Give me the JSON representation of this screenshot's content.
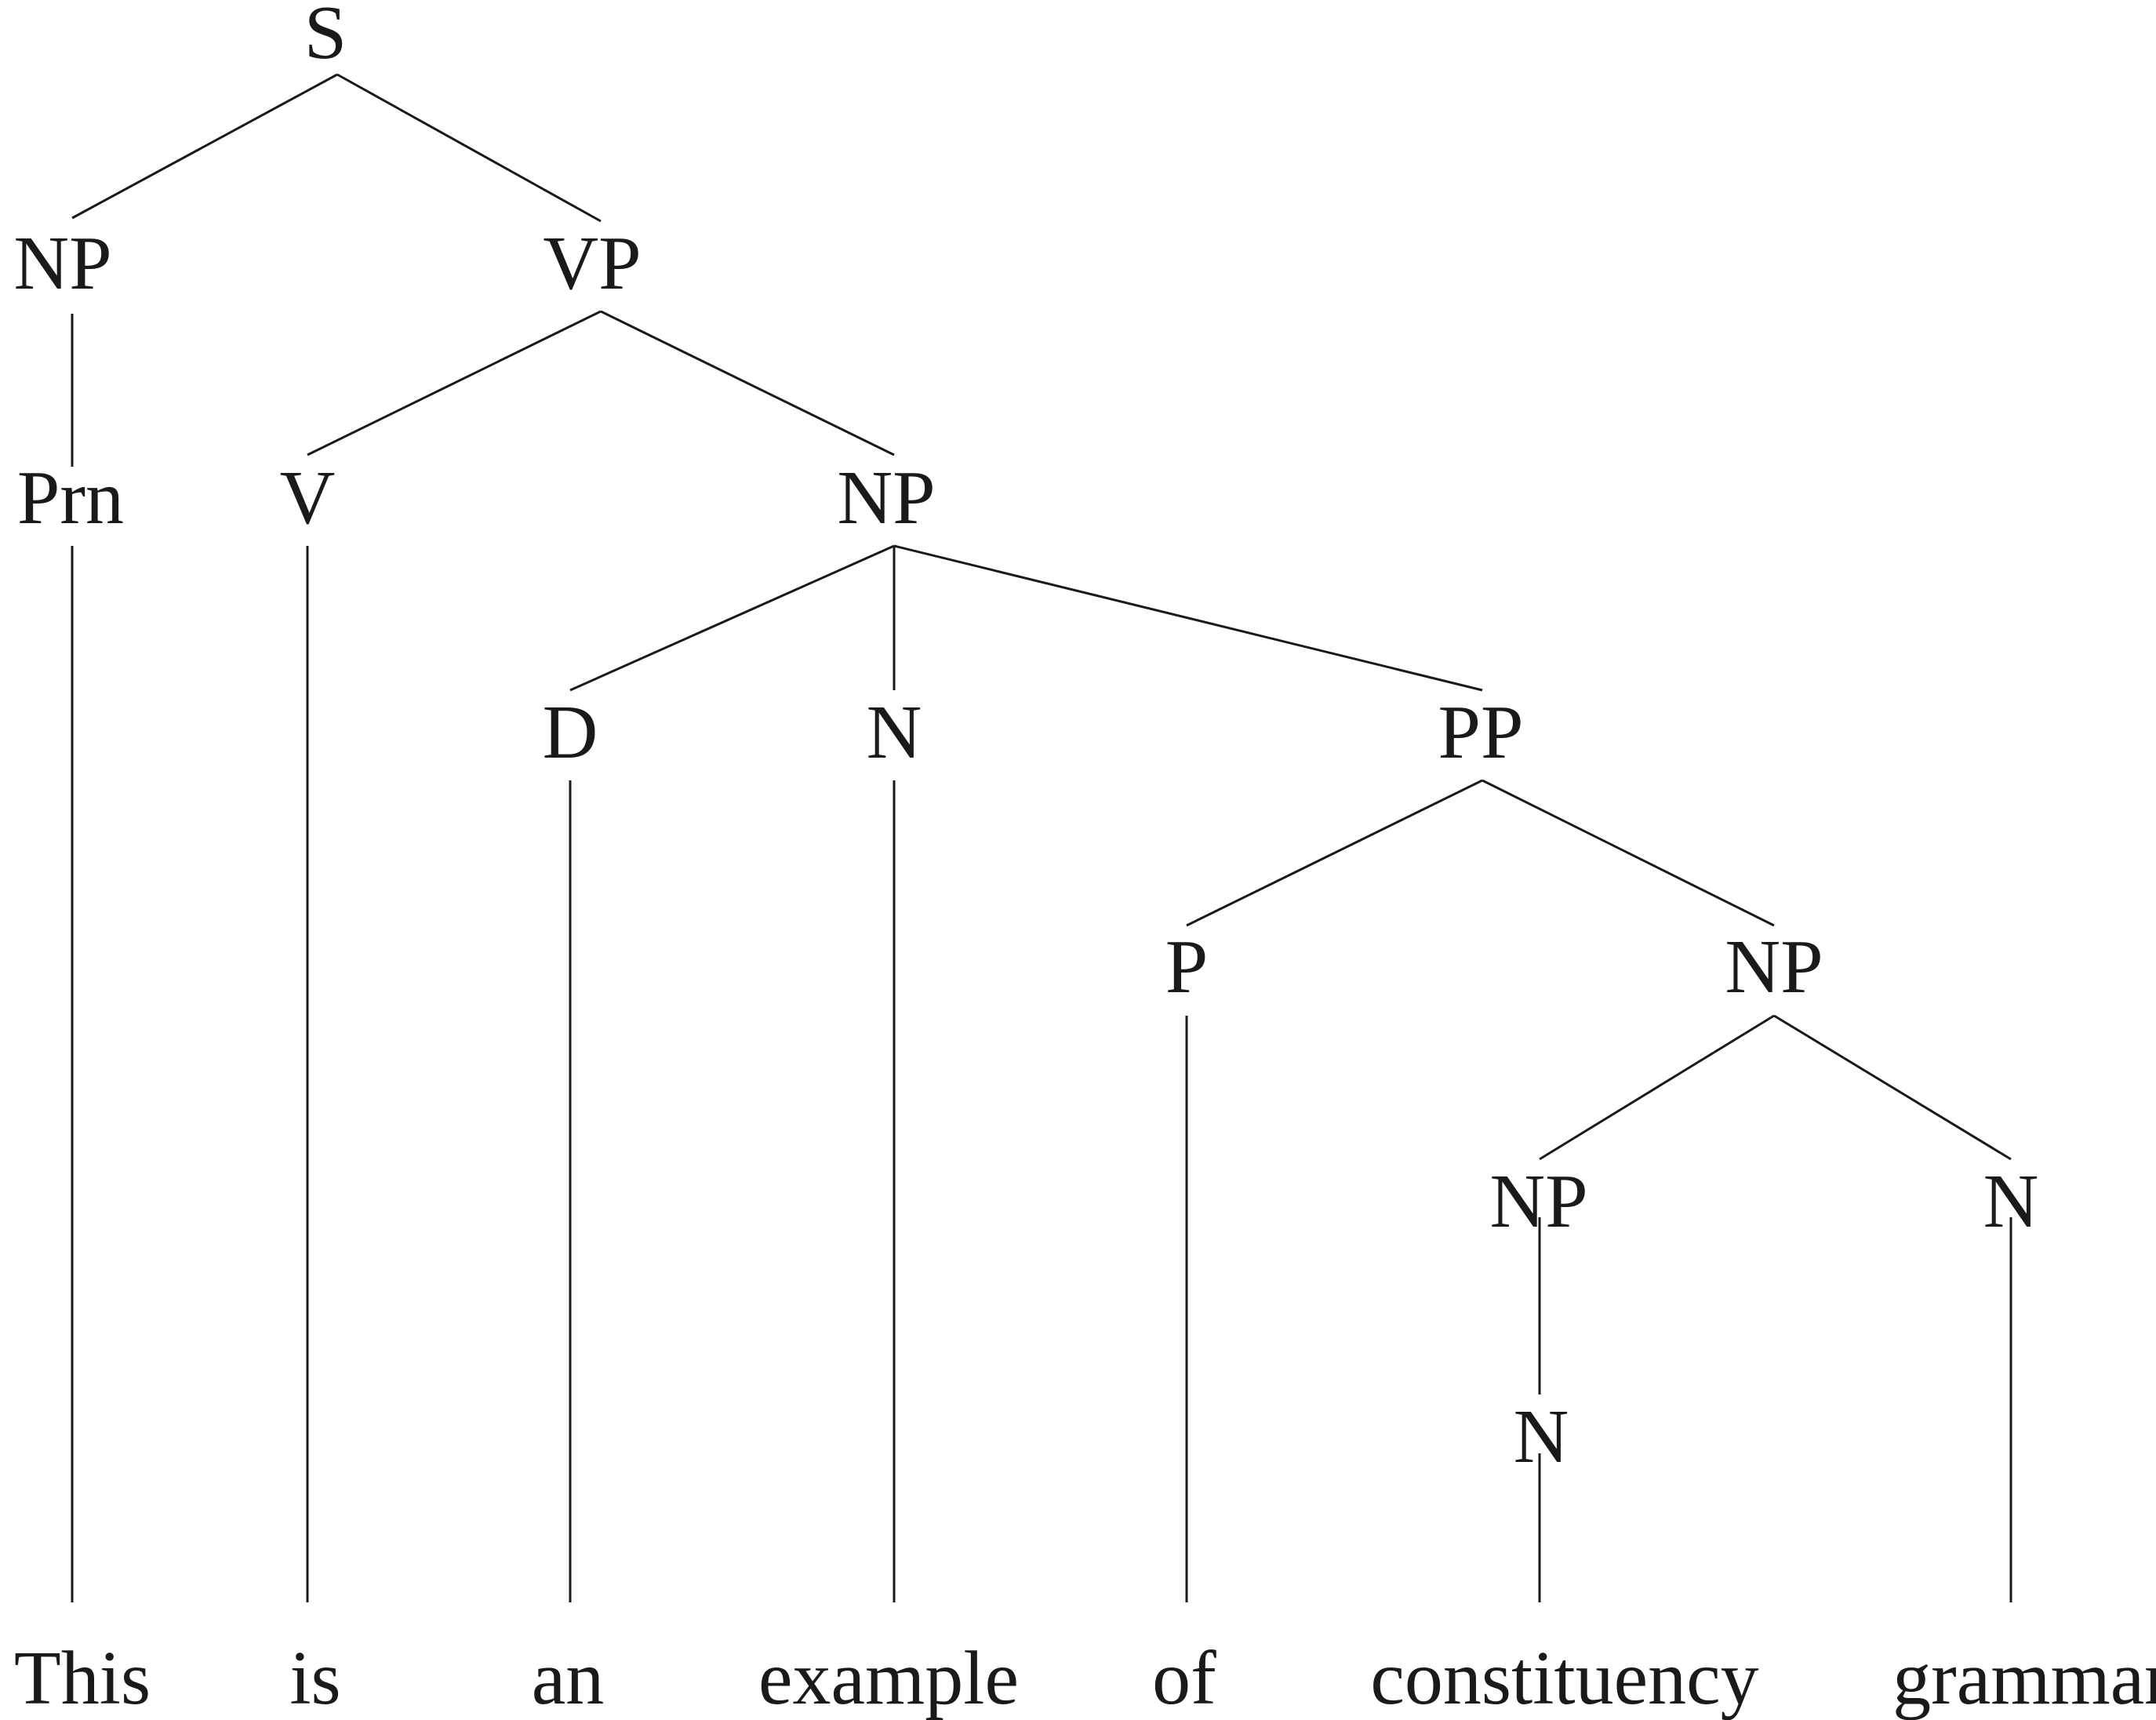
{
  "tree": {
    "nodes": [
      {
        "id": "s",
        "label": "S"
      },
      {
        "id": "np1",
        "label": "NP"
      },
      {
        "id": "vp",
        "label": "VP"
      },
      {
        "id": "prn",
        "label": "Prn"
      },
      {
        "id": "v",
        "label": "V"
      },
      {
        "id": "np2",
        "label": "NP"
      },
      {
        "id": "d",
        "label": "D"
      },
      {
        "id": "n1",
        "label": "N"
      },
      {
        "id": "pp",
        "label": "PP"
      },
      {
        "id": "p",
        "label": "P"
      },
      {
        "id": "np3",
        "label": "NP"
      },
      {
        "id": "np4",
        "label": "NP"
      },
      {
        "id": "n2",
        "label": "N"
      },
      {
        "id": "n3",
        "label": "N"
      }
    ],
    "words": [
      {
        "id": "w-this",
        "label": "This"
      },
      {
        "id": "w-is",
        "label": "is"
      },
      {
        "id": "w-an",
        "label": "an"
      },
      {
        "id": "w-example",
        "label": "example"
      },
      {
        "id": "w-of",
        "label": "of"
      },
      {
        "id": "w-constituency",
        "label": "constituency"
      },
      {
        "id": "w-grammar",
        "label": "grammar"
      }
    ],
    "edges": [
      [
        "s",
        "np1"
      ],
      [
        "s",
        "vp"
      ],
      [
        "np1",
        "prn"
      ],
      [
        "prn",
        "w-this"
      ],
      [
        "vp",
        "v"
      ],
      [
        "vp",
        "np2"
      ],
      [
        "v",
        "w-is"
      ],
      [
        "np2",
        "d"
      ],
      [
        "np2",
        "n1"
      ],
      [
        "np2",
        "pp"
      ],
      [
        "d",
        "w-an"
      ],
      [
        "n1",
        "w-example"
      ],
      [
        "pp",
        "p"
      ],
      [
        "pp",
        "np3"
      ],
      [
        "p",
        "w-of"
      ],
      [
        "np3",
        "np4"
      ],
      [
        "np3",
        "n3"
      ],
      [
        "np4",
        "n2"
      ],
      [
        "n2",
        "w-constituency"
      ],
      [
        "n3",
        "w-grammar"
      ]
    ]
  }
}
